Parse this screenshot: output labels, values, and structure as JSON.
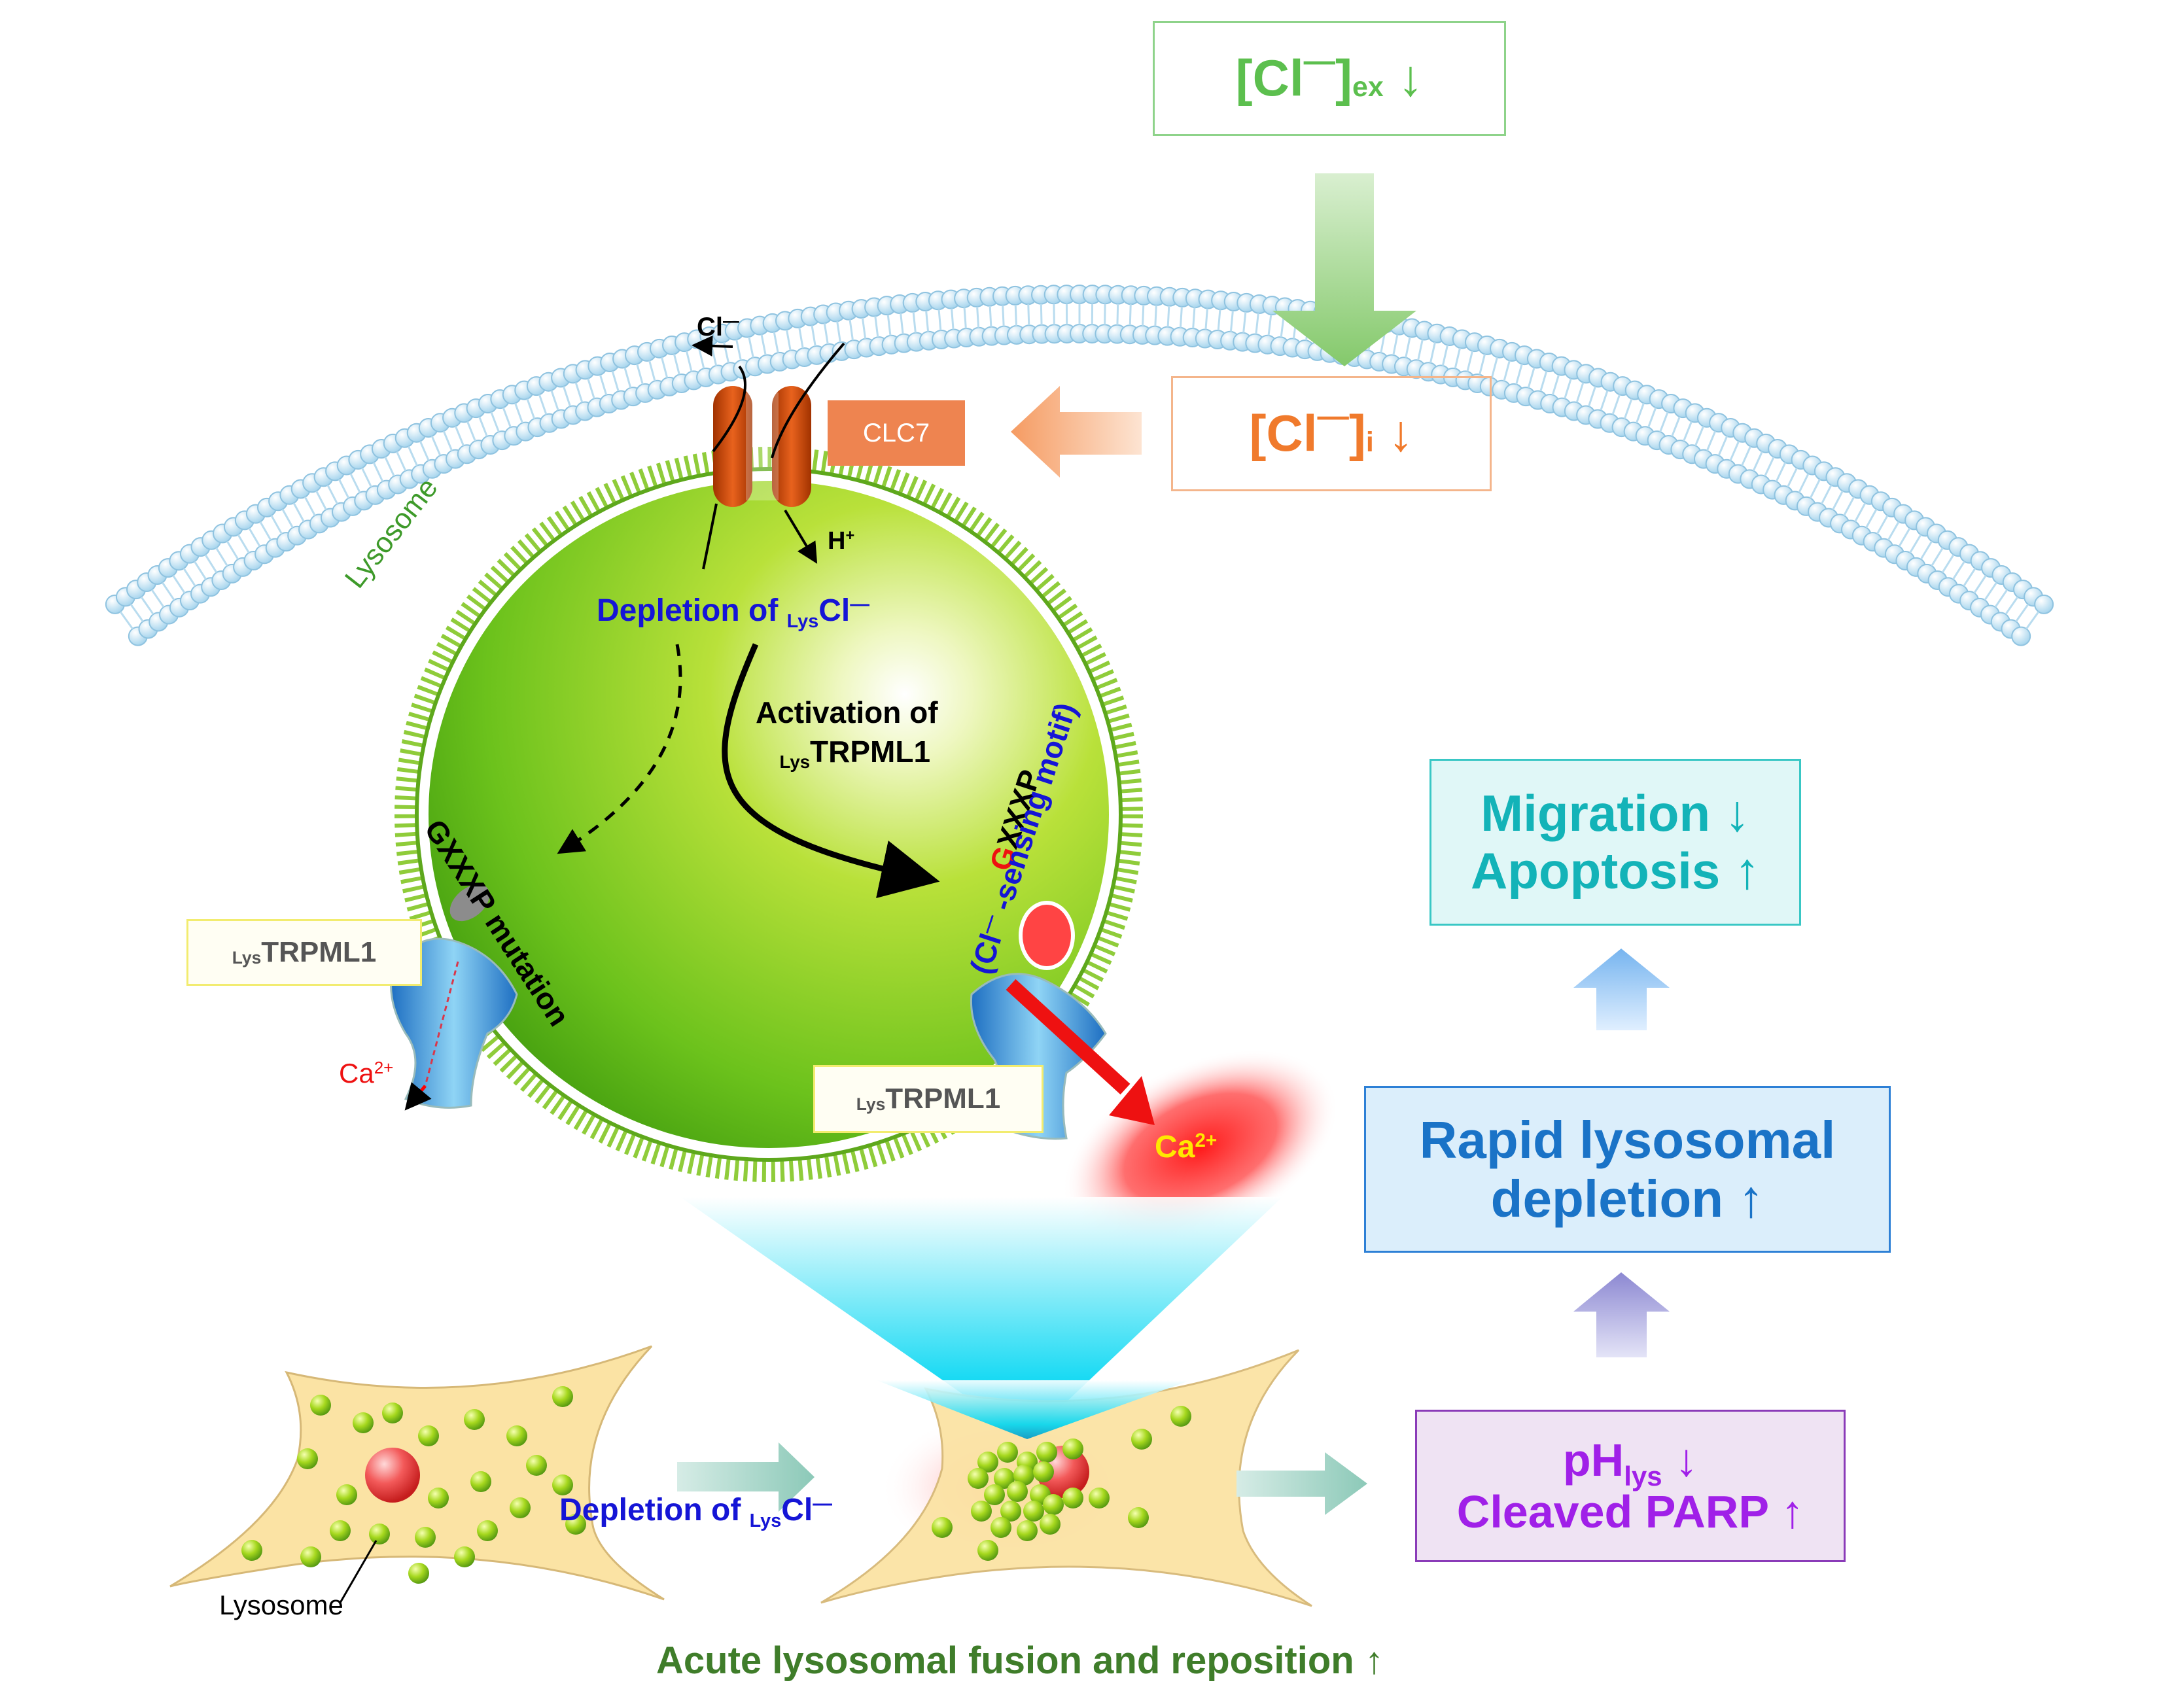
{
  "cl_ex": {
    "prefix": "[Cl",
    "dash": "—",
    "close": "]",
    "sub": "ex",
    "arrow": "↓",
    "color": "#5cbf4e"
  },
  "cl_i": {
    "prefix": "[Cl",
    "dash": "—",
    "close": "]",
    "sub": "i",
    "arrow": "↓",
    "color": "#f07a2c"
  },
  "clc7": {
    "label": "CLC7",
    "color": "#ee8450"
  },
  "channel_labels": {
    "cl": "Cl",
    "cl_dash": "—",
    "h": "H",
    "h_sup": "+"
  },
  "lysosome_label": "Lysosome",
  "depletion_top": {
    "prefix": "Depletion of ",
    "sub": "Lys",
    "ion": "Cl",
    "dash": "—",
    "color": "#1515d6"
  },
  "activation": {
    "line1": "Activation of",
    "line2_sub": "Lys",
    "line2": "TRPML1"
  },
  "mutation_label": "GXXXP mutation",
  "motif": {
    "g": "G",
    "xxxp": "XXXP",
    "line2": "(Cl",
    "dash": "—",
    "line2_rest": " -sensing motif)"
  },
  "trpml_left": {
    "sub": "Lys",
    "name": "TRPML1"
  },
  "trpml_right": {
    "sub": "Lys",
    "name": "TRPML1"
  },
  "ca_left": {
    "base": "Ca",
    "sup": "2+"
  },
  "ca_right": {
    "base": "Ca",
    "sup": "2+"
  },
  "migration_box": {
    "line1": "Migration ↓",
    "line2": "Apoptosis ↑",
    "color": "#13b3b8"
  },
  "rapid_box": {
    "line1": "Rapid lysosomal",
    "line2": "depletion ↑",
    "color": "#1a73c7"
  },
  "ph_box": {
    "ph": "pH",
    "ph_sub": "lys",
    "ph_arrow": " ↓",
    "line2": "Cleaved PARP ↑",
    "color": "#a020e8"
  },
  "depletion_bottom": {
    "prefix": "Depletion of ",
    "sub": "Lys",
    "ion": "Cl",
    "dash": "—",
    "color": "#1515d6"
  },
  "lysosome_cell_label": "Lysosome",
  "bottom_caption": {
    "text": "Acute lysosomal fusion and reposition ↑",
    "color": "#3f7d2a"
  }
}
